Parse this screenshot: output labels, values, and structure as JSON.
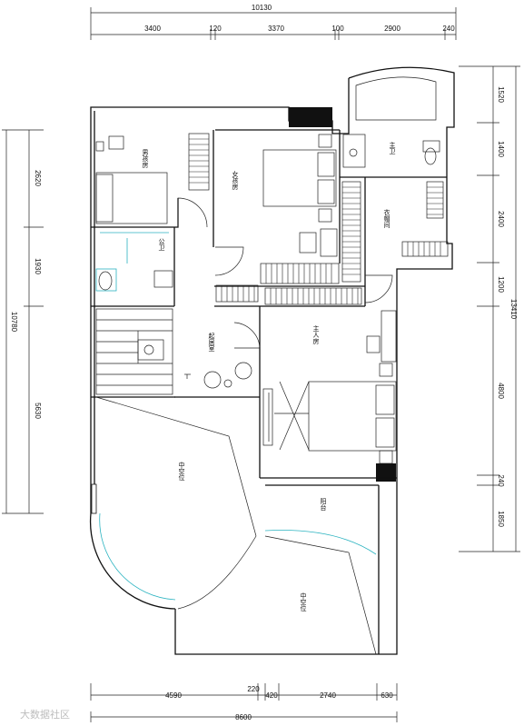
{
  "dimensions": {
    "top_total": "10130",
    "top_segments": [
      "3400",
      "120",
      "3370",
      "100",
      "2900",
      "240"
    ],
    "left_total": "10780",
    "left_segments": [
      "2620",
      "1930",
      "5630"
    ],
    "right_total": "13410",
    "right_segments": [
      "1520",
      "1400",
      "2400",
      "1200",
      "4800",
      "240",
      "1850"
    ],
    "bottom_total": "8600",
    "bottom_segments": [
      "4590",
      "220",
      "420",
      "2740",
      "630"
    ]
  },
  "rooms": {
    "boys_room": "男孩房",
    "girls_room": "女孩房",
    "master_bath": "主卫",
    "closet": "衣帽间",
    "public_bath": "公卫",
    "lounge": "起居室",
    "master_bedroom": "主人房",
    "void_left": "中空位",
    "balcony": "阳台",
    "void_right": "中空位"
  },
  "watermark": "大数据社区"
}
